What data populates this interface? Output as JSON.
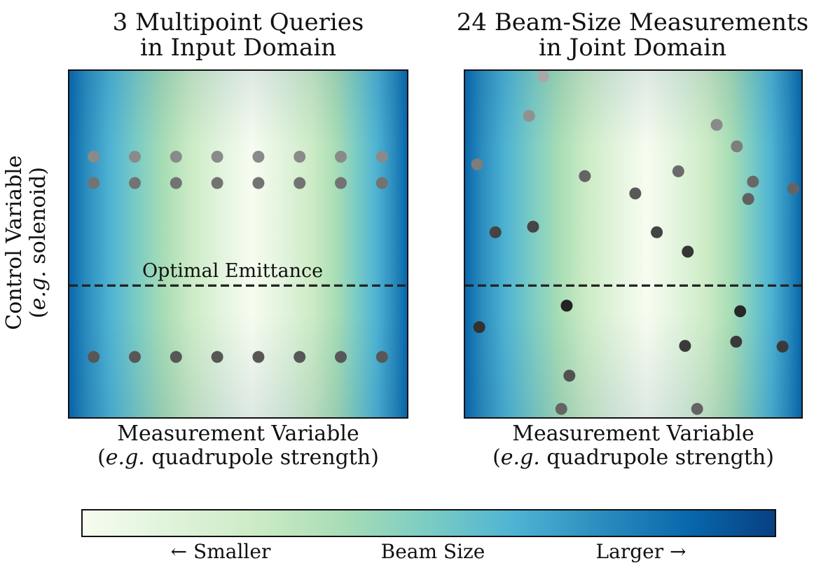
{
  "panels": [
    {
      "title_line1": "3 Multipoint Queries",
      "title_line2": "in Input Domain",
      "xlabel_line1": "Measurement Variable",
      "xlabel_line2_italic": "e.g.",
      "xlabel_line2_rest": " quadrupole strength)",
      "annotation": "Optimal Emittance",
      "points": [
        {
          "x": 0.072,
          "y": 0.248,
          "shade": 0.62
        },
        {
          "x": 0.194,
          "y": 0.248,
          "shade": 0.62
        },
        {
          "x": 0.316,
          "y": 0.248,
          "shade": 0.62
        },
        {
          "x": 0.438,
          "y": 0.248,
          "shade": 0.62
        },
        {
          "x": 0.56,
          "y": 0.248,
          "shade": 0.62
        },
        {
          "x": 0.682,
          "y": 0.248,
          "shade": 0.62
        },
        {
          "x": 0.804,
          "y": 0.248,
          "shade": 0.62
        },
        {
          "x": 0.926,
          "y": 0.248,
          "shade": 0.62
        },
        {
          "x": 0.072,
          "y": 0.324,
          "shade": 0.5
        },
        {
          "x": 0.194,
          "y": 0.324,
          "shade": 0.5
        },
        {
          "x": 0.316,
          "y": 0.324,
          "shade": 0.5
        },
        {
          "x": 0.438,
          "y": 0.324,
          "shade": 0.5
        },
        {
          "x": 0.56,
          "y": 0.324,
          "shade": 0.5
        },
        {
          "x": 0.682,
          "y": 0.324,
          "shade": 0.5
        },
        {
          "x": 0.804,
          "y": 0.324,
          "shade": 0.5
        },
        {
          "x": 0.926,
          "y": 0.324,
          "shade": 0.5
        },
        {
          "x": 0.072,
          "y": 0.826,
          "shade": 0.35
        },
        {
          "x": 0.194,
          "y": 0.826,
          "shade": 0.35
        },
        {
          "x": 0.316,
          "y": 0.826,
          "shade": 0.35
        },
        {
          "x": 0.438,
          "y": 0.826,
          "shade": 0.35
        },
        {
          "x": 0.56,
          "y": 0.826,
          "shade": 0.35
        },
        {
          "x": 0.682,
          "y": 0.826,
          "shade": 0.35
        },
        {
          "x": 0.804,
          "y": 0.826,
          "shade": 0.35
        },
        {
          "x": 0.926,
          "y": 0.826,
          "shade": 0.35
        }
      ]
    },
    {
      "title_line1": "24 Beam-Size Measurements",
      "title_line2": "in Joint Domain",
      "xlabel_line1": "Measurement Variable",
      "xlabel_line2_italic": "e.g.",
      "xlabel_line2_rest": " quadrupole strength)",
      "annotation": "",
      "points": [
        {
          "x": 0.232,
          "y": 0.016,
          "shade": 0.78
        },
        {
          "x": 0.19,
          "y": 0.13,
          "shade": 0.66
        },
        {
          "x": 0.748,
          "y": 0.156,
          "shade": 0.62
        },
        {
          "x": 0.808,
          "y": 0.218,
          "shade": 0.56
        },
        {
          "x": 0.036,
          "y": 0.27,
          "shade": 0.55
        },
        {
          "x": 0.634,
          "y": 0.29,
          "shade": 0.46
        },
        {
          "x": 0.356,
          "y": 0.304,
          "shade": 0.42
        },
        {
          "x": 0.856,
          "y": 0.32,
          "shade": 0.44
        },
        {
          "x": 0.976,
          "y": 0.34,
          "shade": 0.42
        },
        {
          "x": 0.506,
          "y": 0.354,
          "shade": 0.36
        },
        {
          "x": 0.842,
          "y": 0.37,
          "shade": 0.4
        },
        {
          "x": 0.202,
          "y": 0.45,
          "shade": 0.26
        },
        {
          "x": 0.09,
          "y": 0.466,
          "shade": 0.25
        },
        {
          "x": 0.57,
          "y": 0.466,
          "shade": 0.25
        },
        {
          "x": 0.662,
          "y": 0.522,
          "shade": 0.18
        },
        {
          "x": 0.302,
          "y": 0.678,
          "shade": 0.08
        },
        {
          "x": 0.818,
          "y": 0.694,
          "shade": 0.1
        },
        {
          "x": 0.042,
          "y": 0.74,
          "shade": 0.16
        },
        {
          "x": 0.806,
          "y": 0.782,
          "shade": 0.2
        },
        {
          "x": 0.654,
          "y": 0.794,
          "shade": 0.2
        },
        {
          "x": 0.944,
          "y": 0.796,
          "shade": 0.2
        },
        {
          "x": 0.31,
          "y": 0.88,
          "shade": 0.32
        },
        {
          "x": 0.286,
          "y": 0.976,
          "shade": 0.42
        },
        {
          "x": 0.69,
          "y": 0.976,
          "shade": 0.42
        }
      ]
    }
  ],
  "ylabel_line1": "Control Variable",
  "ylabel_line2_italic": "e.g.",
  "ylabel_line2_rest": " solenoid)",
  "optimal_line_y": 0.62,
  "colorbar": {
    "left_label": "← Smaller",
    "center_label": "Beam Size",
    "right_label": "Larger →",
    "colors": [
      "#f7fcf0",
      "#e0f3db",
      "#ccebc5",
      "#a8ddb5",
      "#7bccc4",
      "#4eb3d3",
      "#2b8cbe",
      "#0868ac",
      "#084081"
    ]
  }
}
